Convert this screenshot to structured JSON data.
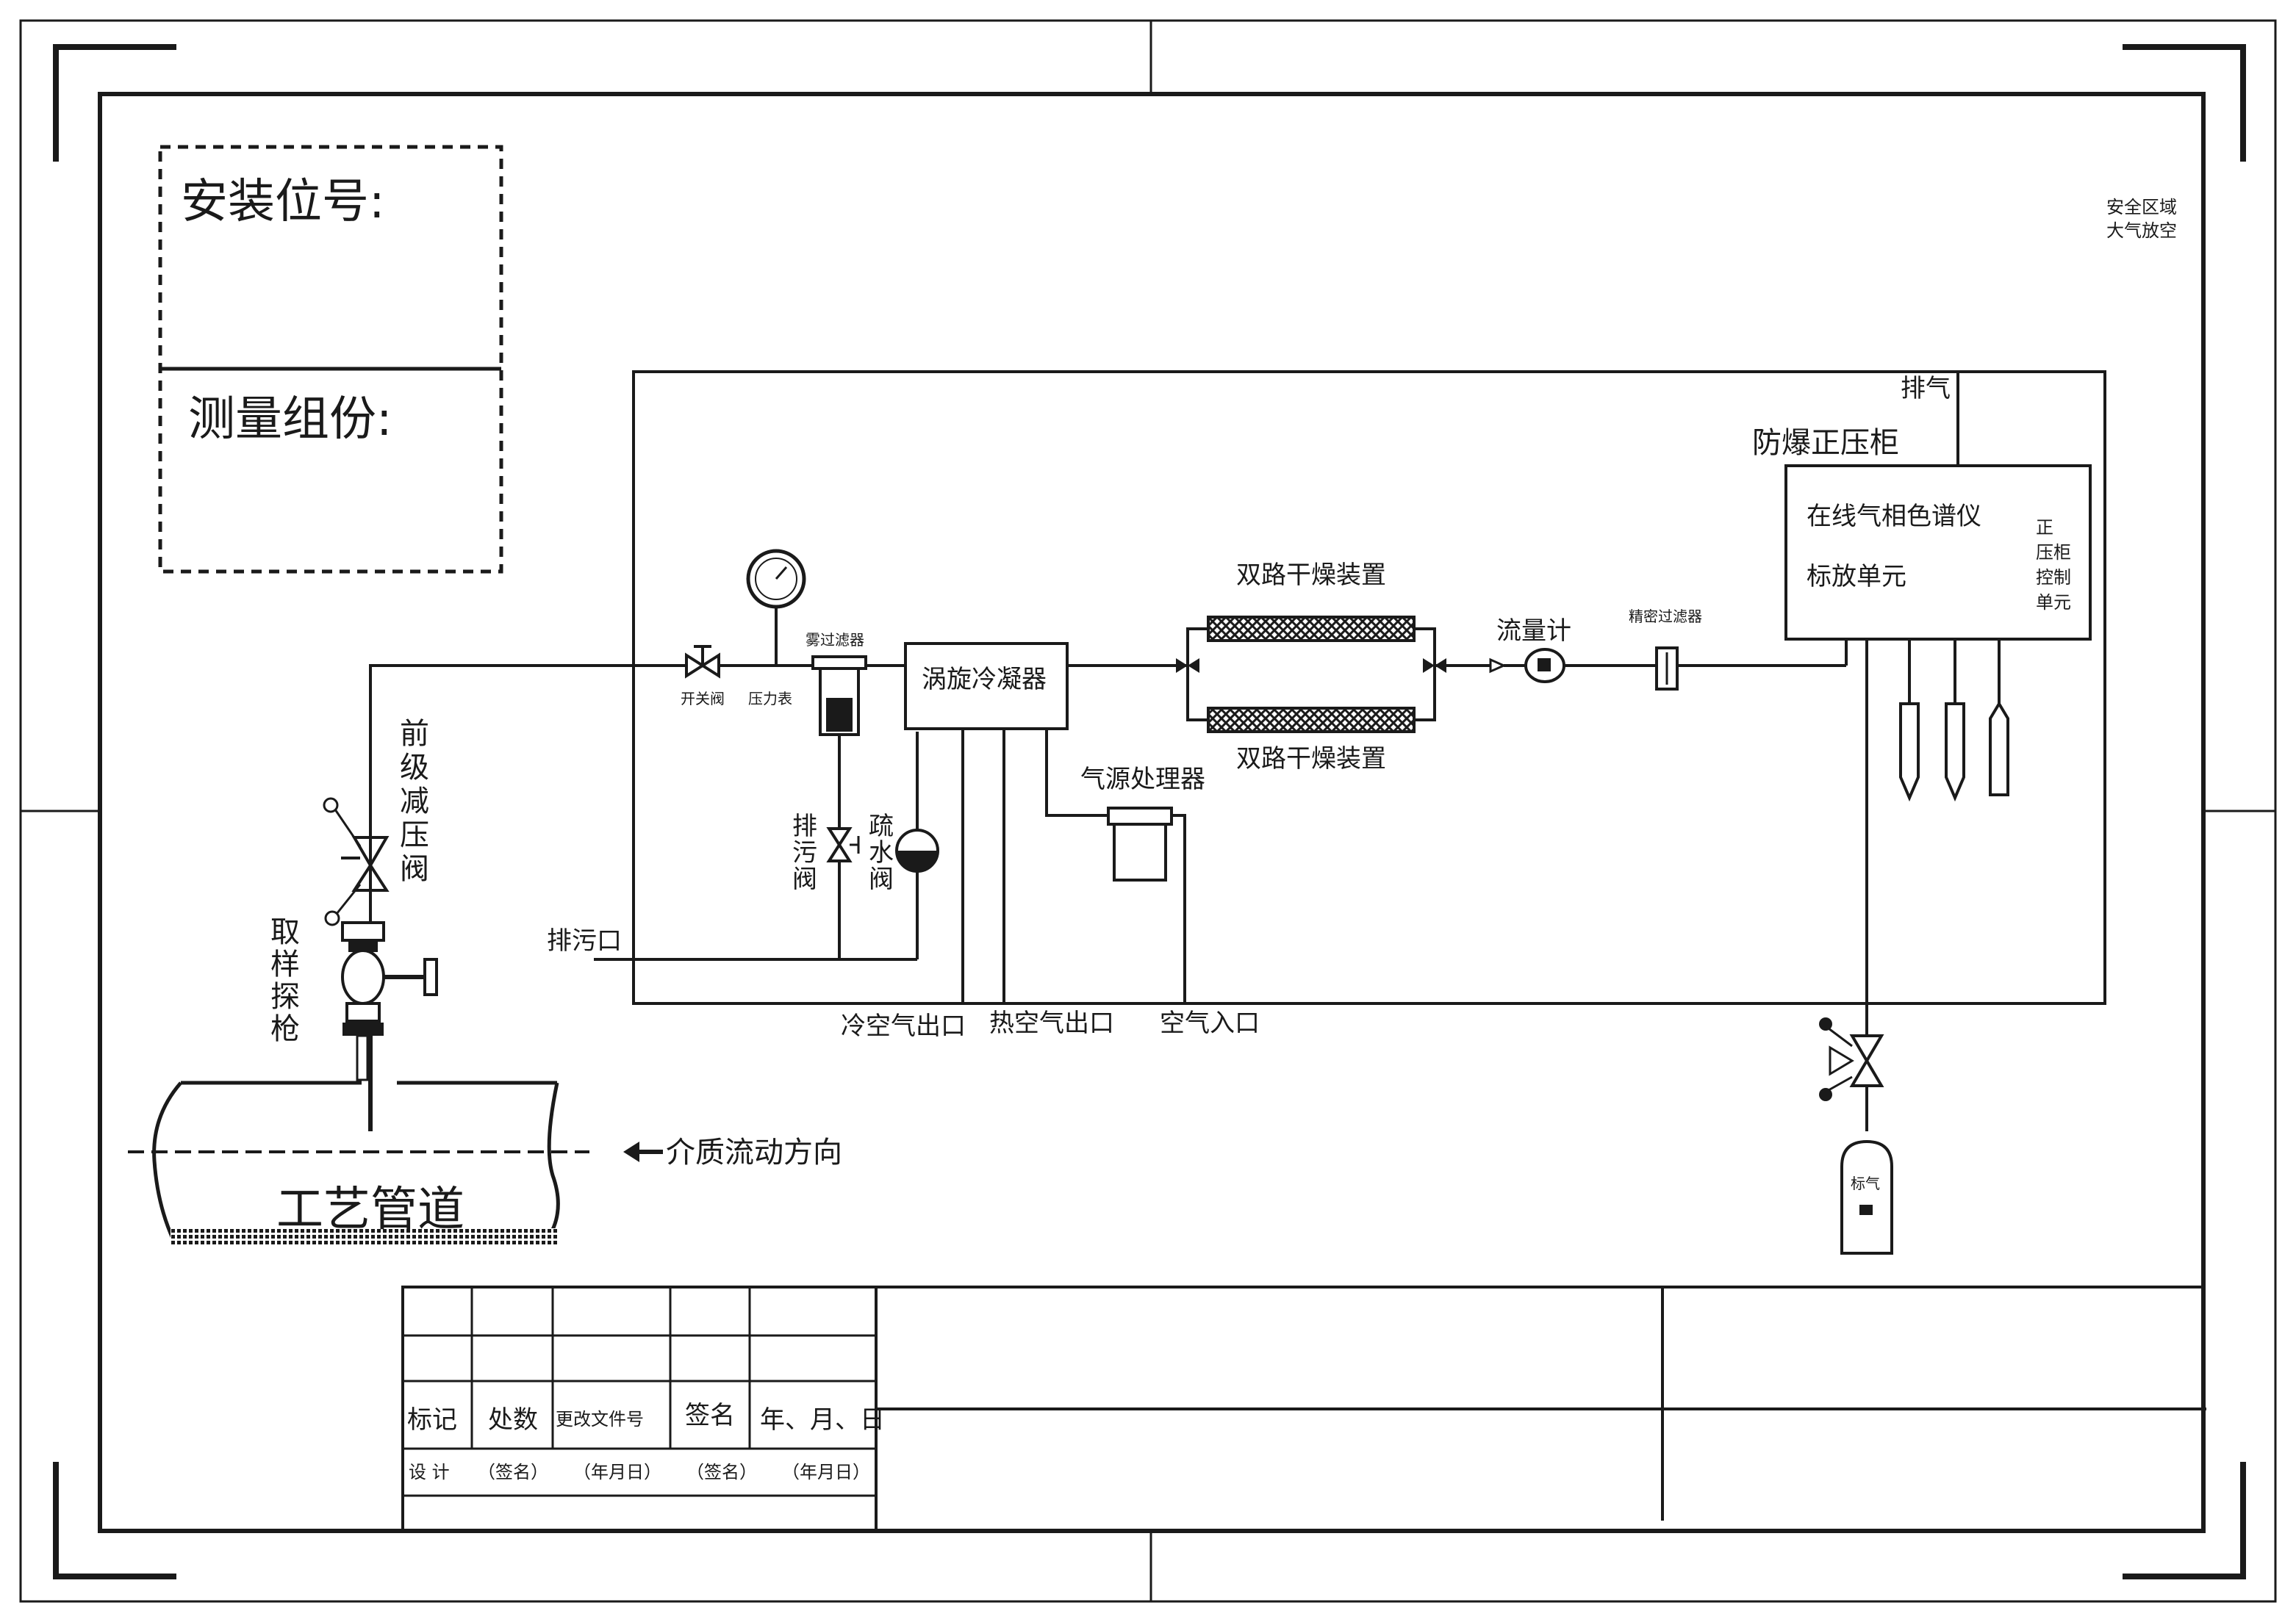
{
  "info_box": {
    "install_position_label": "安装位号:",
    "measured_component_label": "测量组份:"
  },
  "sampling": {
    "pre_reducer_label": "前级减压阀",
    "probe_label": "取样探枪",
    "process_pipe_label": "工艺管道",
    "flow_direction_label": "介质流动方向"
  },
  "panel": {
    "switch_valve_label": "开关阀",
    "pressure_gauge_label": "压力表",
    "mist_filter_label": "雾过滤器",
    "vortex_condenser_label": "涡旋冷凝器",
    "drain_valve_label": "排污阀",
    "trap_valve_label": "疏水阀",
    "drain_outlet_label": "排污口",
    "air_processor_label": "气源处理器",
    "cold_air_outlet_label": "冷空气出口",
    "hot_air_outlet_label": "热空气出口",
    "air_inlet_label": "空气入口",
    "dryer_top_label": "双路干燥装置",
    "dryer_bottom_label": "双路干燥装置",
    "flowmeter_label": "流量计",
    "precision_filter_label": "精密过滤器",
    "exhaust_label": "排气",
    "cabinet_label": "防爆正压柜",
    "analyzer_label": "在线气相色谱仪",
    "calibration_unit_label": "标放单元",
    "pressurization_control_label": "正压柜控制单元",
    "calibration_gas_label": "标气"
  },
  "safe_area_vent": [
    "安全区域",
    "大气放空"
  ],
  "title_block": {
    "headers": [
      "标记",
      "处数",
      "更改文件号",
      "签名",
      "年、月、日"
    ],
    "design_row": [
      "设 计",
      "（签名）",
      "（年月日）",
      "（签名）",
      "（年月日）"
    ]
  }
}
